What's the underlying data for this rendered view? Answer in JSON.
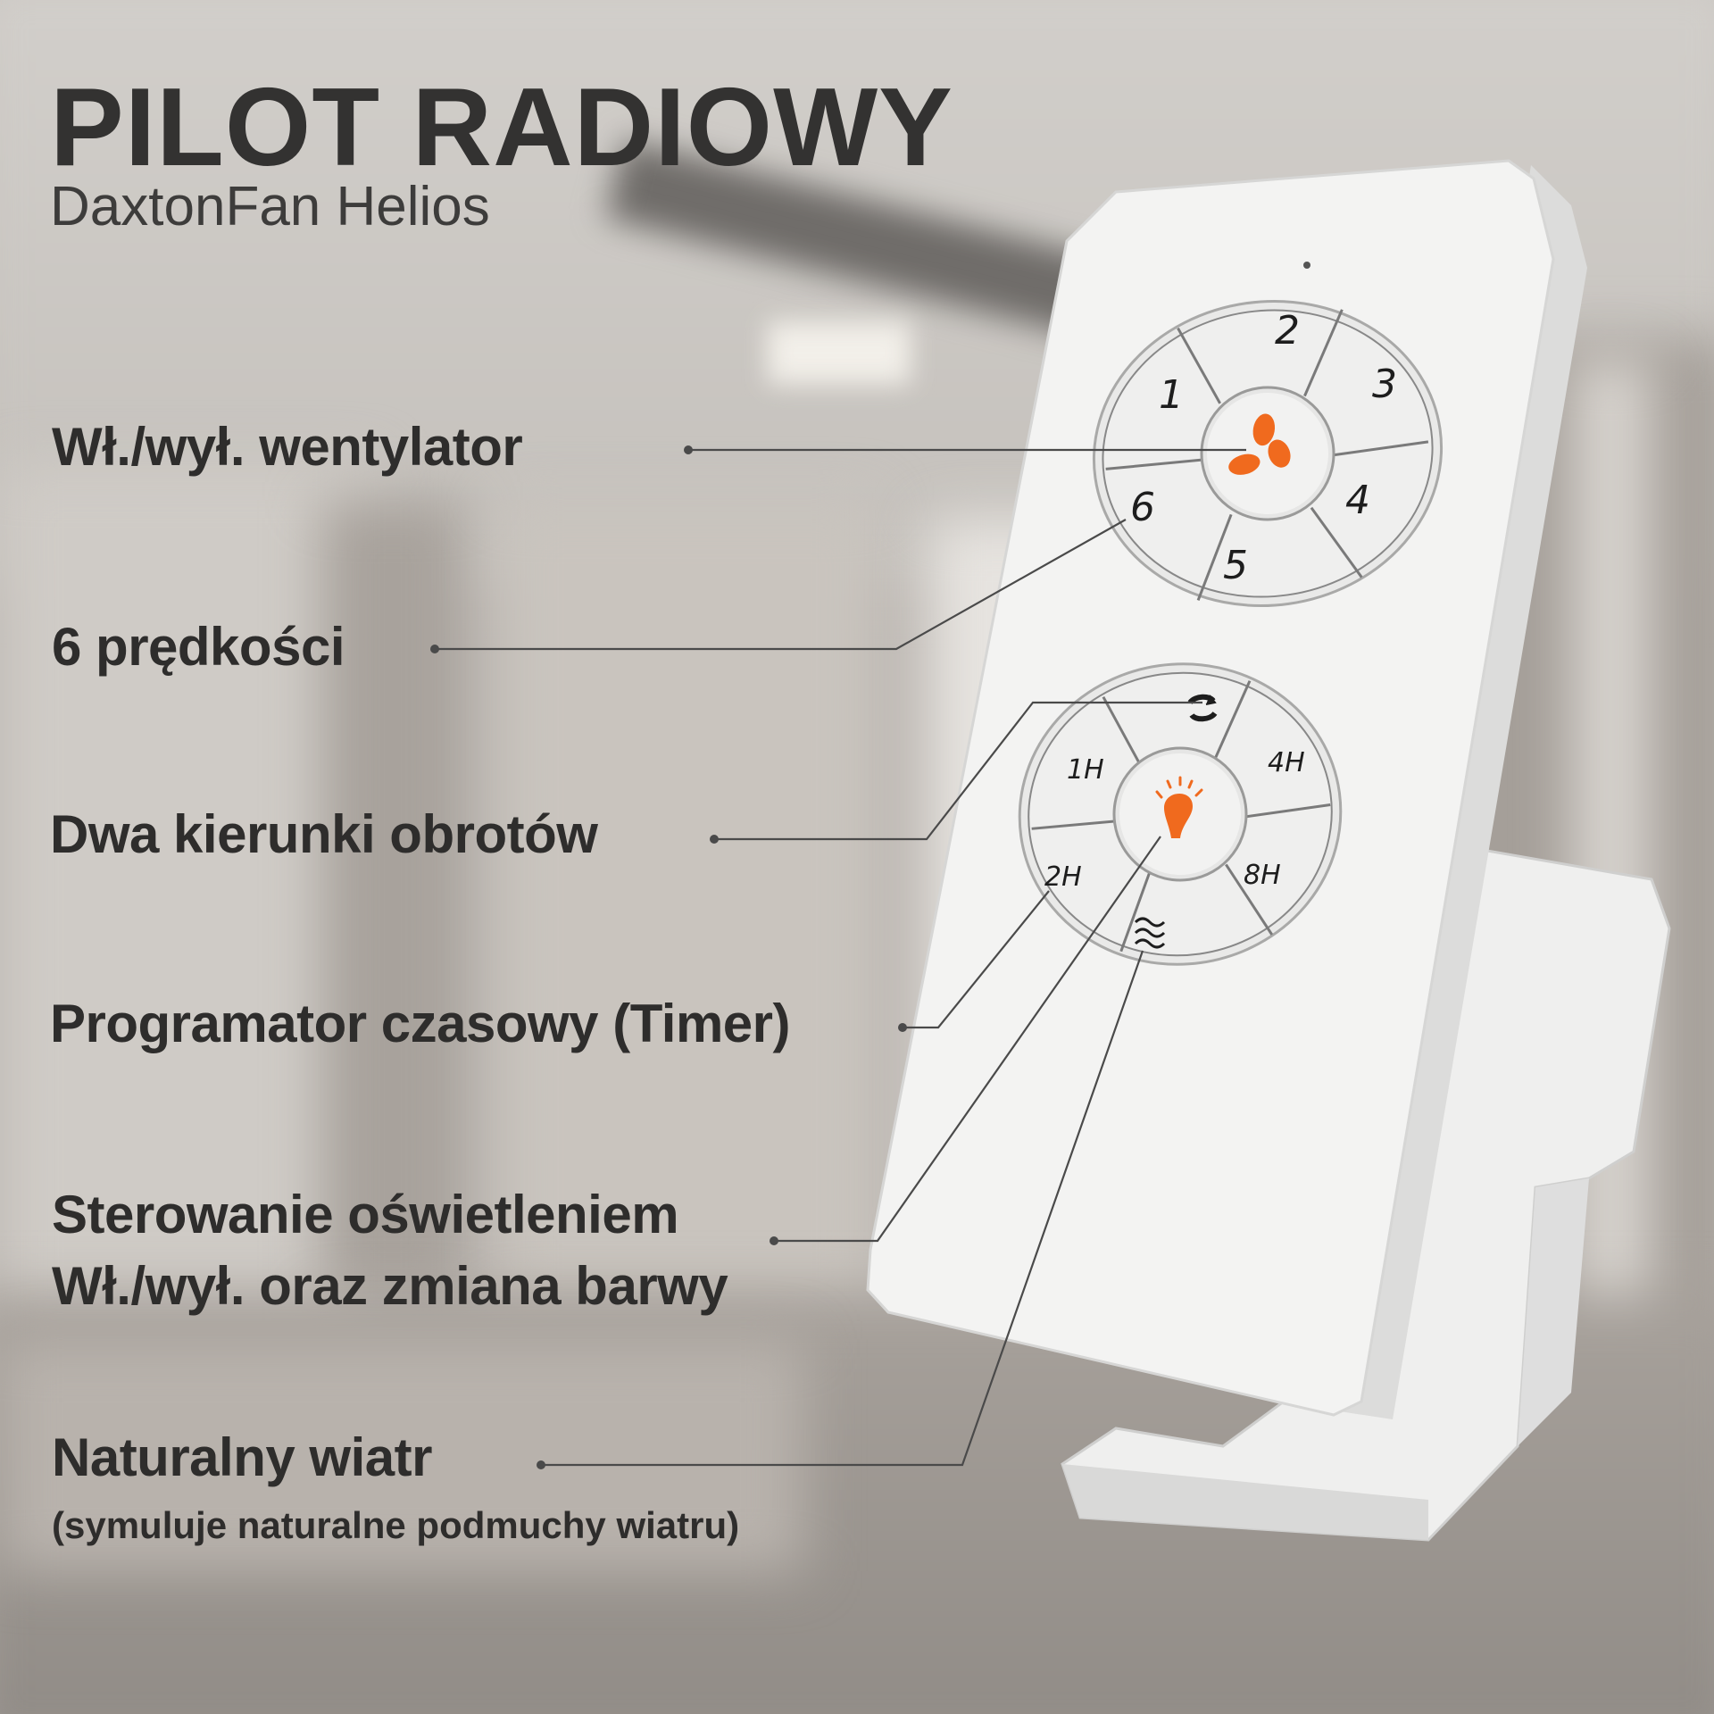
{
  "header": {
    "title": "PILOT RADIOWY",
    "subtitle": "DaxtonFan Helios"
  },
  "features": [
    {
      "label": "Wł./wył. wentylator"
    },
    {
      "label": "6 prędkości"
    },
    {
      "label": "Dwa kierunki obrotów"
    },
    {
      "label": "Programator czasowy (Timer)"
    },
    {
      "label": "Sterowanie oświetleniem",
      "label2": "Wł./wył. oraz zmiana barwy"
    },
    {
      "label": "Naturalny wiatr",
      "sublabel": "(symuluje naturalne podmuchy wiatru)"
    }
  ],
  "remote": {
    "speed_buttons": [
      "1",
      "2",
      "3",
      "4",
      "5",
      "6"
    ],
    "timer_buttons": [
      "1H",
      "2H",
      "4H",
      "8H"
    ],
    "center_top_icon": "fan-icon",
    "center_bottom_icon": "light-bulb-icon",
    "reverse_icon": "reverse-arrows-icon",
    "breeze_icon": "wind-waves-icon",
    "accent_color": "#f06a1e"
  }
}
